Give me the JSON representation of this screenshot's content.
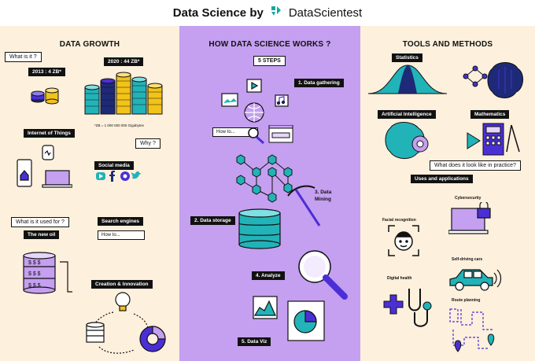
{
  "header": {
    "title": "Data Science by",
    "brand": "DataScientest",
    "logo_icon": "datascientest-logo-icon"
  },
  "left": {
    "title": "DATA GROWTH",
    "what_is_it": "What is it ?",
    "zb_2013": "2013 : 4 ZB*",
    "zb_2020": "2020 : 44 ZB*",
    "footnote": "*ZB = 1 000 000 000 Gigabytes",
    "iot": "Internet of Things",
    "why": "Why ?",
    "social": "Social media",
    "used_for": "What is it used for ?",
    "new_oil": "The new oil",
    "search_engines": "Search engines",
    "search_placeholder": "How to...",
    "creation": "Creation & Innovation"
  },
  "middle": {
    "title": "HOW DATA SCIENCE WORKS ?",
    "steps": "5 STEPS",
    "step1": "1. Data gathering",
    "step2": "2. Data storage",
    "step3a": "3. Data",
    "step3b": "Mining",
    "step4": "4. Analyze",
    "step5": "5. Data Viz",
    "search_placeholder": "How to..."
  },
  "right": {
    "title": "TOOLS AND METHODS",
    "statistics": "Statistics",
    "ai": "Artificial Intelligence",
    "math": "Mathematics",
    "practice": "What does it look like in practice?",
    "uses": "Uses and applications",
    "facial": "Facial recognition",
    "cyber": "Cybersecurity",
    "selfdriving": "Self-driving cars",
    "digital_health": "Digital health",
    "route": "Route planning"
  },
  "colors": {
    "purple": "#c59ff0",
    "cream": "#fdf0dd",
    "teal": "#22b3b8",
    "yellow": "#f2c318",
    "indigo": "#4b2fd6",
    "navy": "#1e2a78"
  }
}
